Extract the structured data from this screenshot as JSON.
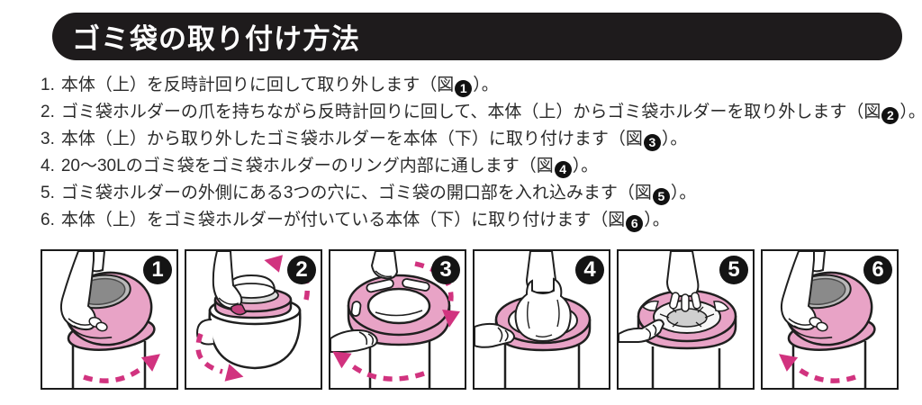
{
  "header": {
    "title": "ゴミ袋の取り付け方法"
  },
  "instructions": [
    {
      "num": "1.",
      "before": "本体（上）を反時計回りに回して取り外します（図",
      "fig": "1",
      "after": "）。"
    },
    {
      "num": "2.",
      "before": "ゴミ袋ホルダーの爪を持ちながら反時計回りに回して、本体（上）からゴミ袋ホルダーを取り外します（図",
      "fig": "2",
      "after": "）。"
    },
    {
      "num": "3.",
      "before": "本体（上）から取り外したゴミ袋ホルダーを本体（下）に取り付けます（図",
      "fig": "3",
      "after": "）。"
    },
    {
      "num": "4.",
      "before": "20～30Lのゴミ袋をゴミ袋ホルダーのリング内部に通します（図",
      "fig": "4",
      "after": "）。"
    },
    {
      "num": "5.",
      "before": "ゴミ袋ホルダーの外側にある3つの穴に、ゴミ袋の開口部を入れ込みます（図",
      "fig": "5",
      "after": "）。"
    },
    {
      "num": "6.",
      "before": "本体（上）をゴミ袋ホルダーが付いている本体（下）に取り付けます（図",
      "fig": "6",
      "after": "）。"
    }
  ],
  "figures": [
    {
      "number": "1"
    },
    {
      "number": "2"
    },
    {
      "number": "3"
    },
    {
      "number": "4"
    },
    {
      "number": "5"
    },
    {
      "number": "6"
    }
  ],
  "colors": {
    "header_bg": "#1e1b1c",
    "body_pink": "#e8a3c6",
    "arrow_magenta": "#d1337f",
    "lid_gray": "#8a8a8a",
    "outline_black": "#1f1f1f"
  }
}
